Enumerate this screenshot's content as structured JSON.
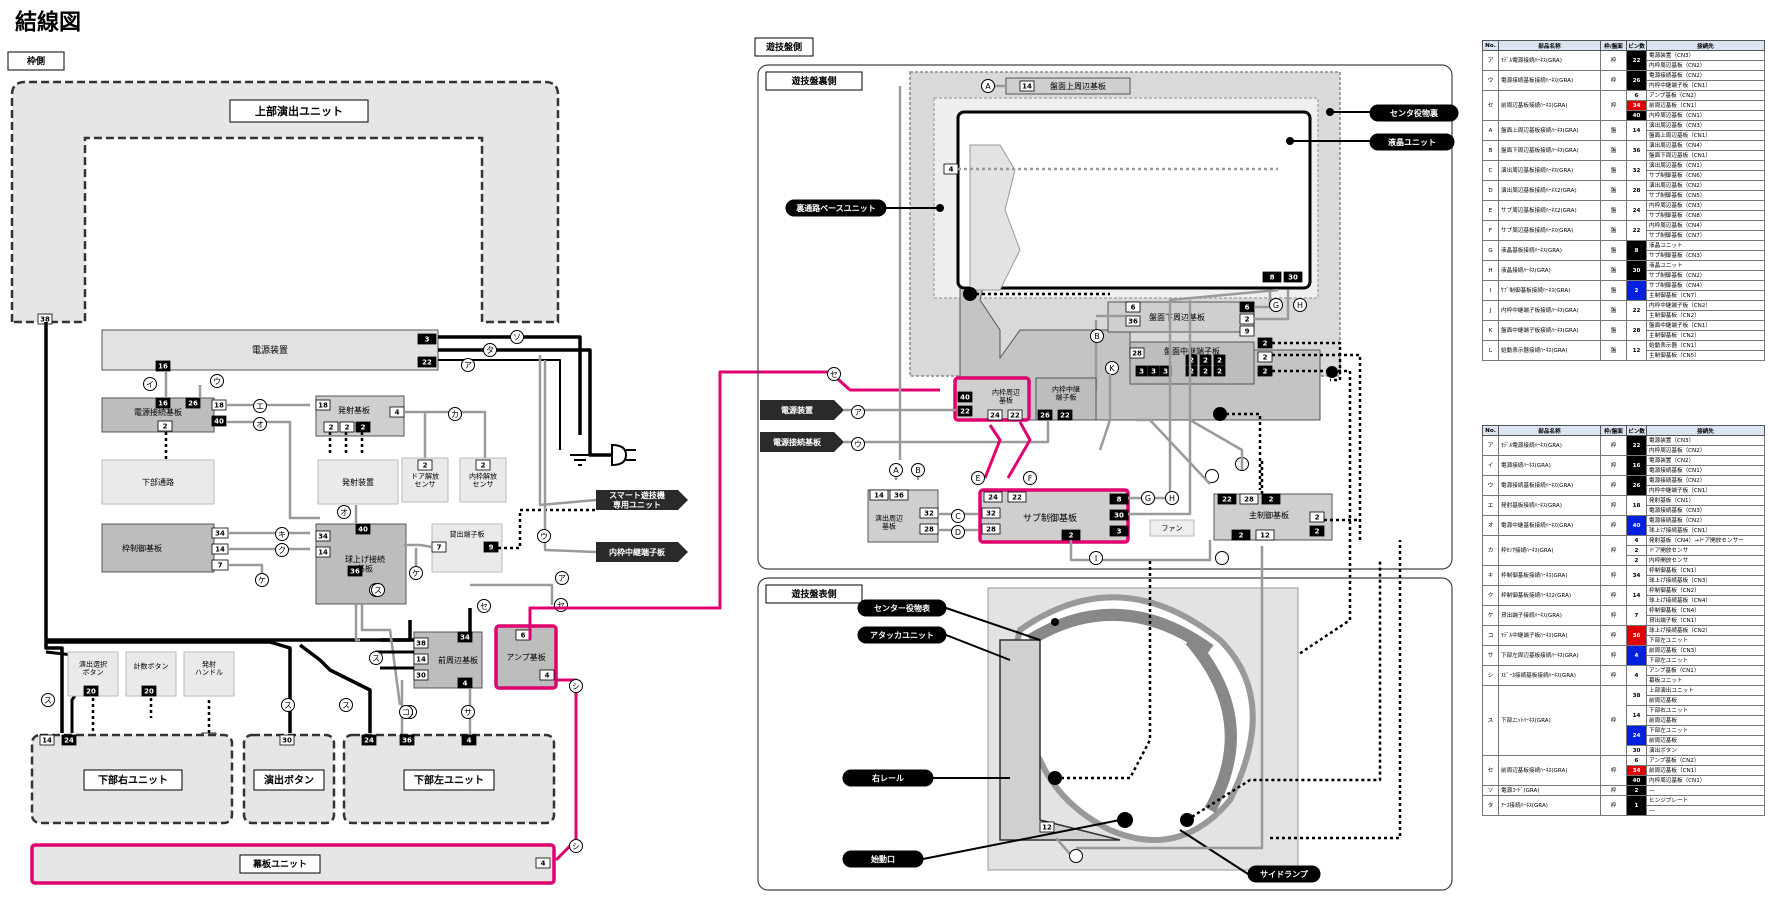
{
  "title": "結線図",
  "colors": {
    "accent": "#e0006f",
    "dark": "#222222",
    "box": "#cfcfcf",
    "light": "#e8e8e8"
  },
  "sections": {
    "frame": "枠側",
    "board": "遊技盤側",
    "board_back": "遊技盤裏側",
    "board_front": "遊技盤表側"
  },
  "nodes": {
    "upper_unit": "上部演出ユニット",
    "power": "電源装置",
    "power_relay": "電源接続基板",
    "fire_board": "発射基板",
    "lower_pass": "下部通路",
    "fire_device": "発射装置",
    "door_sensor": "ドア解放\nセンサ",
    "inner_sensor": "内枠解放\nセンサ",
    "frame_ctrl": "枠制御基板",
    "ball_board": "球上げ接続\n基板",
    "lend_terminal": "貸出端子板",
    "smart_unit": "スマート遊技機\n専用ユニット",
    "inner_relay_term": "内枠中継端子板",
    "btn_select": "演出選択\nボタン",
    "btn_count": "計数ボタン",
    "fire_handle": "発射\nハンドル",
    "front_board": "前周辺基板",
    "amp_board": "アンプ基板",
    "lower_right": "下部右ユニット",
    "effect_btn": "演出ボタン",
    "lower_left": "下部左ユニット",
    "curtain": "幕板ユニット",
    "top_board": "盤面上周辺基板",
    "center_deco": "センタ役物裏",
    "lcd_unit": "液晶ユニット",
    "back_base": "裏通路ベースユニット",
    "bottom_board": "盤面下周辺基板",
    "board_relay": "盤面中継端子板",
    "inner_board": "内枠周辺\n基板",
    "inner_relay": "内枠中継\n端子板",
    "power2": "電源装置",
    "power_relay2": "電源接続基板",
    "effect_board": "演出周辺\n基板",
    "sub_ctrl": "サブ制御基板",
    "fan": "ファン",
    "main_ctrl": "主制御基板",
    "center_deco2": "センター役物表",
    "attacker": "アタッカユニット",
    "right_rail": "右レール",
    "start_port": "始動口",
    "side_lamp": "サイドランプ"
  },
  "pins": [
    "38",
    "16",
    "16",
    "26",
    "18",
    "40",
    "18",
    "4",
    "2",
    "2",
    "2",
    "2",
    "2",
    "2",
    "34",
    "34",
    "40",
    "14",
    "14",
    "36",
    "7",
    "7",
    "9",
    "34",
    "38",
    "14",
    "30",
    "4",
    "6",
    "4",
    "14",
    "24",
    "20",
    "9",
    "30",
    "24",
    "36",
    "4",
    "4",
    "3",
    "22",
    "14",
    "4",
    "6",
    "36",
    "2",
    "9",
    "28",
    "3",
    "3",
    "3",
    "2",
    "2",
    "2",
    "2",
    "2",
    "2",
    "2",
    "40",
    "22",
    "24",
    "22",
    "26",
    "22",
    "8",
    "30",
    "14",
    "36",
    "32",
    "28",
    "24",
    "22",
    "8",
    "30",
    "3",
    "2",
    "22",
    "28",
    "2",
    "2",
    "2",
    "12",
    "12"
  ],
  "markers": [
    "ソ",
    "タ",
    "ア",
    "イ",
    "ウ",
    "エ",
    "オ",
    "カ",
    "オ",
    "キ",
    "ク",
    "ケ",
    "ケ",
    "ウ",
    "ア",
    "セ",
    "セ",
    "コ",
    "ス",
    "ス",
    "ス",
    "ス",
    "ス",
    "コ",
    "サ",
    "シ",
    "シ",
    "A",
    "B",
    "C",
    "D",
    "E",
    "F",
    "G",
    "H",
    "I",
    "I",
    "J",
    "J",
    "K",
    "K",
    "L",
    "L",
    "セ",
    "ア",
    "ウ",
    "A",
    "B",
    "C",
    "D",
    "E",
    "F",
    "G",
    "H",
    "I"
  ],
  "table1": {
    "headers": [
      "No.",
      "部品名称",
      "枠/盤面",
      "ピン数",
      "接続先"
    ],
    "rows": [
      {
        "no": "ア",
        "name": "ﾓﾃﾞﾙ電源接続ﾊｰﾈｽ(GRA)",
        "side": "枠",
        "pins": [
          "22"
        ],
        "pc": [
          "black"
        ],
        "dest": [
          "電源装置（CN3）",
          "内枠周辺基板（CN2）"
        ]
      },
      {
        "no": "ウ",
        "name": "電源接続基板接続ﾊｰﾈｽ(GRA)",
        "side": "枠",
        "pins": [
          "26"
        ],
        "pc": [
          "black"
        ],
        "dest": [
          "電源接続基板（CN2）",
          "内枠中継端子板（CN1）"
        ]
      },
      {
        "no": "セ",
        "name": "前周辺基板接続ﾊｰﾈｽ(GRA)",
        "side": "枠",
        "pins": [
          "6",
          "34",
          "40"
        ],
        "pc": [
          "",
          "red",
          "black"
        ],
        "dest": [
          "アンプ基板（CN2）",
          "前周辺基板（CN1）",
          "内枠周辺基板（CN1）"
        ]
      },
      {
        "no": "A",
        "name": "盤面上周辺基板接続ﾊｰﾈｽ(GRA)",
        "side": "盤",
        "pins": [
          "14"
        ],
        "pc": [
          ""
        ],
        "dest": [
          "演出周辺基板（CN3）",
          "盤面上周辺基板（CN1）"
        ]
      },
      {
        "no": "B",
        "name": "盤面下周辺基板接続ﾊｰﾈｽ(GRA)",
        "side": "盤",
        "pins": [
          "36"
        ],
        "pc": [
          ""
        ],
        "dest": [
          "演出周辺基板（CN4）",
          "盤面下周辺基板（CN1）"
        ]
      },
      {
        "no": "C",
        "name": "演出周辺基板接続ﾊｰﾈｽ(GRA)",
        "side": "盤",
        "pins": [
          "32"
        ],
        "pc": [
          ""
        ],
        "dest": [
          "演出周辺基板（CN1）",
          "サブ制御基板（CN6）"
        ]
      },
      {
        "no": "D",
        "name": "演出周辺基板接続ﾊｰﾈｽ2(GRA)",
        "side": "盤",
        "pins": [
          "28"
        ],
        "pc": [
          ""
        ],
        "dest": [
          "演出周辺基板（CN2）",
          "サブ制御基板（CN5）"
        ]
      },
      {
        "no": "E",
        "name": "サブ周辺基板接続ﾊｰﾈｽ2(GRA)",
        "side": "盤",
        "pins": [
          "24"
        ],
        "pc": [
          ""
        ],
        "dest": [
          "内枠周辺基板（CN3）",
          "サブ制御基板（CN8）"
        ]
      },
      {
        "no": "F",
        "name": "サブ周辺基板接続ﾊｰﾈｽ(GRA)",
        "side": "盤",
        "pins": [
          "22"
        ],
        "pc": [
          ""
        ],
        "dest": [
          "内枠周辺基板（CN4）",
          "サブ制御基板（CN7）"
        ]
      },
      {
        "no": "G",
        "name": "液晶基板接続ﾊｰﾈｽ(GRA)",
        "side": "盤",
        "pins": [
          "8"
        ],
        "pc": [
          "black"
        ],
        "dest": [
          "液晶ユニット",
          "サブ制御基板（CN3）"
        ]
      },
      {
        "no": "H",
        "name": "液晶接続ﾊｰﾈｽ(GRA)",
        "side": "盤",
        "pins": [
          "30"
        ],
        "pc": [
          "black"
        ],
        "dest": [
          "液晶ユニット",
          "サブ制御基板（CN2）"
        ]
      },
      {
        "no": "I",
        "name": "ｻﾌﾞ制御基板接続ﾊｰﾈｽ(GRA)",
        "side": "盤",
        "pins": [
          "2"
        ],
        "pc": [
          "blue"
        ],
        "dest": [
          "サブ制御基板（CN4）",
          "主制御基板（CN7）"
        ]
      },
      {
        "no": "J",
        "name": "内枠中継端子板接続ﾊｰﾈｽ(GRA)",
        "side": "盤",
        "pins": [
          "22"
        ],
        "pc": [
          ""
        ],
        "dest": [
          "内枠中継端子板（CN2）",
          "主制御基板（CN2）"
        ]
      },
      {
        "no": "K",
        "name": "盤面中継端子板接続ﾊｰﾈｽ(GRA)",
        "side": "盤",
        "pins": [
          "28"
        ],
        "pc": [
          ""
        ],
        "dest": [
          "盤面中継端子板（CN1）",
          "主制御基板（CN2）"
        ]
      },
      {
        "no": "L",
        "name": "始動表示器接続ﾊｰﾈｽ(GRA)",
        "side": "盤",
        "pins": [
          "12"
        ],
        "pc": [
          ""
        ],
        "dest": [
          "始動表示器（CN1）",
          "主制御基板（CN5）"
        ]
      }
    ]
  },
  "table2": {
    "headers": [
      "No.",
      "部品名称",
      "枠/盤面",
      "ピン数",
      "接続先"
    ],
    "rows": [
      {
        "no": "ア",
        "name": "ﾓﾃﾞﾙ電源接続ﾊｰﾈｽ(GRA)",
        "side": "枠",
        "pins": [
          "22"
        ],
        "pc": [
          "black"
        ],
        "dest": [
          "電源装置（CN3）",
          "内枠周辺基板（CN2）"
        ]
      },
      {
        "no": "イ",
        "name": "電源接続ﾊｰﾈｽ(GRA)",
        "side": "枠",
        "pins": [
          "16"
        ],
        "pc": [
          "black"
        ],
        "dest": [
          "電源装置（CN2）",
          "電源接続基板（CN1）"
        ]
      },
      {
        "no": "ウ",
        "name": "電源接続基板接続ﾊｰﾈｽ(GRA)",
        "side": "枠",
        "pins": [
          "26"
        ],
        "pc": [
          "black"
        ],
        "dest": [
          "電源接続基板（CN2）",
          "内枠中継端子板（CN1）"
        ]
      },
      {
        "no": "エ",
        "name": "発射基板接続ﾊｰﾈｽ(GRA)",
        "side": "枠",
        "pins": [
          "18"
        ],
        "pc": [
          ""
        ],
        "dest": [
          "発射基板（CN1）",
          "電源接続基板（CN3）"
        ]
      },
      {
        "no": "オ",
        "name": "電源中継基板接続ﾊｰﾈｽ(GRA)",
        "side": "枠",
        "pins": [
          "40"
        ],
        "pc": [
          "blue"
        ],
        "dest": [
          "電源接続基板（CN2）",
          "球上げ接続基板（CN1）"
        ]
      },
      {
        "no": "カ",
        "name": "枠ｾﾝｻ接続ﾊｰﾈｽ(GRA)",
        "side": "枠",
        "pins": [
          "4",
          "2",
          "2"
        ],
        "pc": [
          "",
          "",
          ""
        ],
        "dest": [
          "発射基板（CN4）→ドア開放センサー",
          "ドア開放センサ",
          "内枠開放センサ"
        ]
      },
      {
        "no": "キ",
        "name": "枠制御基板接続ﾊｰﾈｽ(GRA)",
        "side": "枠",
        "pins": [
          "34"
        ],
        "pc": [
          ""
        ],
        "dest": [
          "枠制御基板（CN1）",
          "球上げ接続基板（CN3）"
        ]
      },
      {
        "no": "ク",
        "name": "枠制御基板接続ﾊｰﾈｽ2(GRA)",
        "side": "枠",
        "pins": [
          "14"
        ],
        "pc": [
          ""
        ],
        "dest": [
          "枠制御基板（CN2）",
          "球上げ接続基板（CN4）"
        ]
      },
      {
        "no": "ケ",
        "name": "貸出端子接続ﾊｰﾈｽ(GRA)",
        "side": "枠",
        "pins": [
          "7"
        ],
        "pc": [
          ""
        ],
        "dest": [
          "枠制御基板（CN4）",
          "貸出端子板（CN1）"
        ]
      },
      {
        "no": "コ",
        "name": "ﾓﾃﾞﾙ中継端子板ﾊｰﾈｽ(GRA)",
        "side": "枠",
        "pins": [
          "36"
        ],
        "pc": [
          "red"
        ],
        "dest": [
          "球上げ接続基板（CN2）",
          "下部左ユニット"
        ]
      },
      {
        "no": "サ",
        "name": "下部左周辺基板接続ﾊｰﾈｽ(GRA)",
        "side": "枠",
        "pins": [
          "4"
        ],
        "pc": [
          "blue"
        ],
        "dest": [
          "前周辺基板（CN3）",
          "下部左ユニット"
        ]
      },
      {
        "no": "シ",
        "name": "ｽﾋﾟｰｶ接続基板接続ﾊｰﾈｽ(GRA)",
        "side": "枠",
        "pins": [
          "4"
        ],
        "pc": [
          ""
        ],
        "dest": [
          "アンプ基板（CN1）",
          "幕板ユニット"
        ]
      },
      {
        "no": "ス",
        "name": "下部ﾕﾆｯﾄﾊｰﾈｽ(GRA)",
        "side": "枠",
        "pins": [
          "38",
          "14",
          "24",
          "30"
        ],
        "pc": [
          "",
          "",
          "blue",
          ""
        ],
        "dest": [
          "上部演出ユニット",
          "前周辺基板",
          "下部右ユニット",
          "前周辺基板",
          "下部左ユニット",
          "前周辺基板",
          "演出ボタン"
        ]
      },
      {
        "no": "セ",
        "name": "前周辺基板接続ﾊｰﾈｽ(GRA)",
        "side": "枠",
        "pins": [
          "6",
          "34",
          "40"
        ],
        "pc": [
          "",
          "red",
          "black"
        ],
        "dest": [
          "アンプ基板（CN2）",
          "前周辺基板（CN1）",
          "内枠周辺基板（CN1）"
        ]
      },
      {
        "no": "ソ",
        "name": "電源ｺｰﾄﾞ(GRA)",
        "side": "枠",
        "pins": [
          "2"
        ],
        "pc": [
          "black"
        ],
        "dest": [
          "―"
        ]
      },
      {
        "no": "タ",
        "name": "ｱｰｽ接続ﾊｰﾈｽ(GRA)",
        "side": "枠",
        "pins": [
          "1"
        ],
        "pc": [
          "black"
        ],
        "dest": [
          "ヒンジプレート",
          "―"
        ]
      }
    ]
  }
}
